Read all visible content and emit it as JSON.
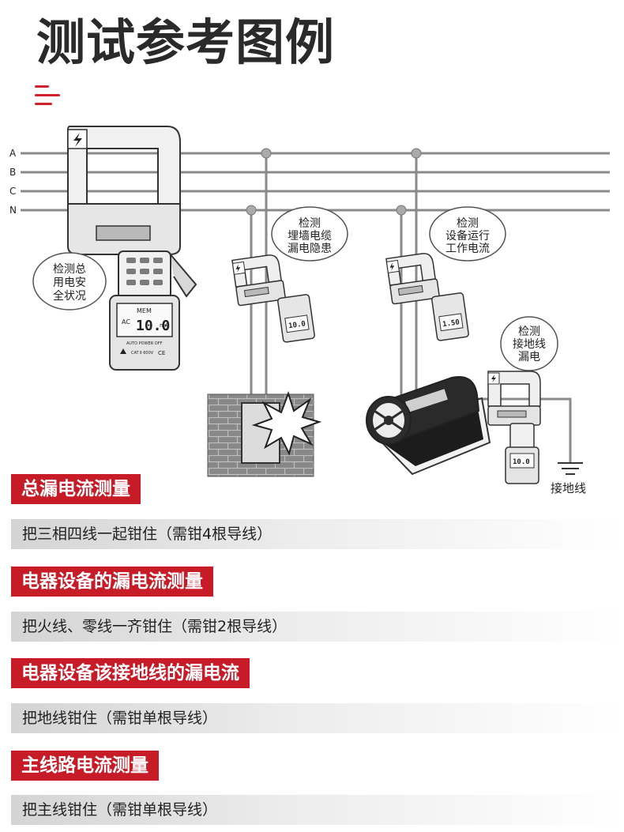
{
  "page": {
    "title": "测试参考图例"
  },
  "icons": {
    "menu": "menu-lines-icon",
    "bolt": "lightning-icon",
    "ground": "ground-symbol-icon",
    "spark": "explosion-icon"
  },
  "colors": {
    "accent": "#c71b27",
    "line": "#888888"
  },
  "diagram": {
    "lines": [
      "A",
      "B",
      "C",
      "N"
    ],
    "callouts": {
      "total": [
        "检测总",
        "用电安",
        "全状况"
      ],
      "wall": [
        "检测",
        "埋墙电缆",
        "漏电隐患"
      ],
      "equipment": [
        "检测",
        "设备运行",
        "工作电流"
      ],
      "ground": [
        "检测",
        "接地线",
        "漏电"
      ]
    },
    "ground_label": "接地线",
    "meter": {
      "mem": "MEM",
      "ac": "AC",
      "reading": "10.0",
      "unit": "mA",
      "auto_power": "AUTO POWER OFF",
      "cat": "CAT Ⅱ 600V",
      "ce": "CE",
      "small_reading": "1.50"
    }
  },
  "sections": [
    {
      "heading": "总漏电流测量",
      "desc": "把三相四线一起钳住（需钳4根导线）"
    },
    {
      "heading": "电器设备的漏电流测量",
      "desc": "把火线、零线一齐钳住（需钳2根导线）"
    },
    {
      "heading": "电器设备该接地线的漏电流",
      "desc": "把地线钳住（需钳单根导线）"
    },
    {
      "heading": "主线路电流测量",
      "desc": "把主线钳住（需钳单根导线）"
    }
  ]
}
